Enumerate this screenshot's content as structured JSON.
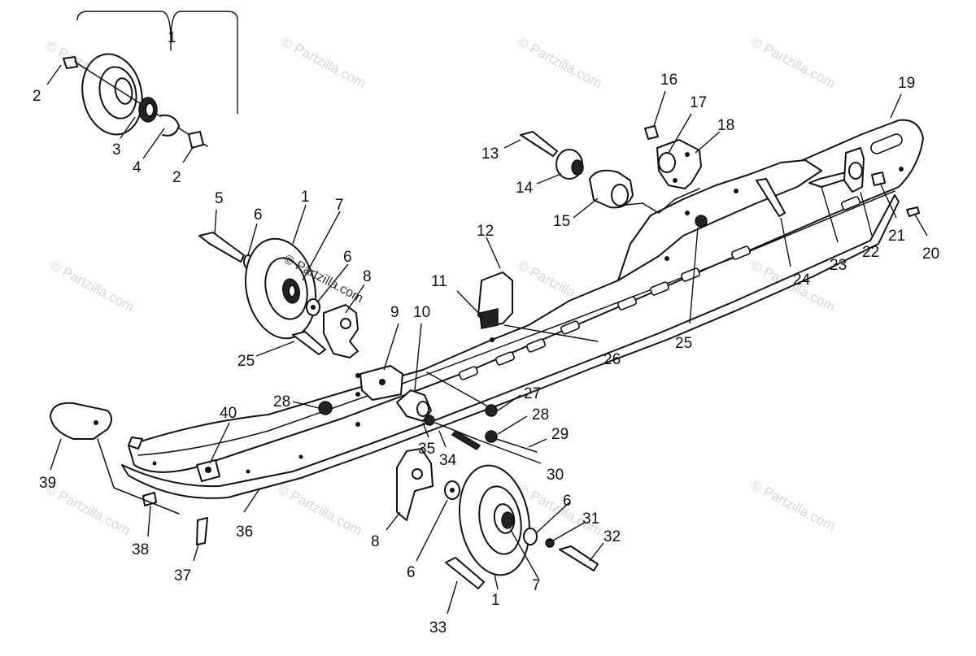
{
  "diagram": {
    "watermark": "© Partzilla.com",
    "callouts": [
      {
        "id": "c1a",
        "text": "1"
      },
      {
        "id": "c2a",
        "text": "2"
      },
      {
        "id": "c3",
        "text": "3"
      },
      {
        "id": "c4",
        "text": "4"
      },
      {
        "id": "c2b",
        "text": "2"
      },
      {
        "id": "c5",
        "text": "5"
      },
      {
        "id": "c6a",
        "text": "6"
      },
      {
        "id": "c1b",
        "text": "1"
      },
      {
        "id": "c7a",
        "text": "7"
      },
      {
        "id": "c6b",
        "text": "6"
      },
      {
        "id": "c8a",
        "text": "8"
      },
      {
        "id": "c25a",
        "text": "25"
      },
      {
        "id": "c13",
        "text": "13"
      },
      {
        "id": "c14",
        "text": "14"
      },
      {
        "id": "c15",
        "text": "15"
      },
      {
        "id": "c16",
        "text": "16"
      },
      {
        "id": "c17",
        "text": "17"
      },
      {
        "id": "c18",
        "text": "18"
      },
      {
        "id": "c19",
        "text": "19"
      },
      {
        "id": "c12",
        "text": "12"
      },
      {
        "id": "c11",
        "text": "11"
      },
      {
        "id": "c9",
        "text": "9"
      },
      {
        "id": "c10",
        "text": "10"
      },
      {
        "id": "c26",
        "text": "26"
      },
      {
        "id": "c25b",
        "text": "25"
      },
      {
        "id": "c24",
        "text": "24"
      },
      {
        "id": "c23",
        "text": "23"
      },
      {
        "id": "c22",
        "text": "22"
      },
      {
        "id": "c21",
        "text": "21"
      },
      {
        "id": "c20",
        "text": "20"
      },
      {
        "id": "c27",
        "text": "27"
      },
      {
        "id": "c28a",
        "text": "28"
      },
      {
        "id": "c28b",
        "text": "28"
      },
      {
        "id": "c29",
        "text": "29"
      },
      {
        "id": "c30",
        "text": "30"
      },
      {
        "id": "c35",
        "text": "35"
      },
      {
        "id": "c34",
        "text": "34"
      },
      {
        "id": "c40",
        "text": "40"
      },
      {
        "id": "c39",
        "text": "39"
      },
      {
        "id": "c36",
        "text": "36"
      },
      {
        "id": "c38",
        "text": "38"
      },
      {
        "id": "c37",
        "text": "37"
      },
      {
        "id": "c8b",
        "text": "8"
      },
      {
        "id": "c6c",
        "text": "6"
      },
      {
        "id": "c6d",
        "text": "6"
      },
      {
        "id": "c31",
        "text": "31"
      },
      {
        "id": "c32",
        "text": "32"
      },
      {
        "id": "c7b",
        "text": "7"
      },
      {
        "id": "c1c",
        "text": "1"
      },
      {
        "id": "c33",
        "text": "33"
      }
    ]
  }
}
